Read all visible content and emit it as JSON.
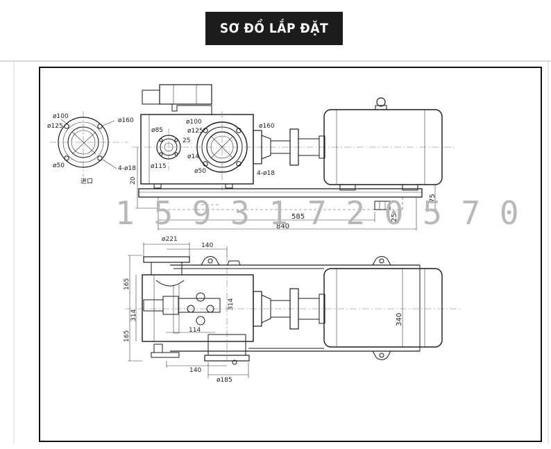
{
  "title": "SƠ ĐỒ LẮP ĐẶT",
  "watermark": "1 5 9 3 1 7 2 0 5 7 0",
  "front_view": {
    "flange_labels": [
      "ø100",
      "ø125",
      "ø160",
      "ø50",
      "4-ø18",
      "进口"
    ],
    "body_labels": [
      "ø85",
      "ø125",
      "ø100",
      "ø160",
      "25",
      "ø14",
      "ø115",
      "ø50",
      "4-ø18",
      "20"
    ],
    "dims": [
      "585",
      "840",
      "75",
      "25"
    ]
  },
  "top_view": {
    "dims": [
      "ø221",
      "140",
      "165",
      "314",
      "165",
      "314",
      "114",
      "140",
      "ø185",
      "340"
    ]
  }
}
